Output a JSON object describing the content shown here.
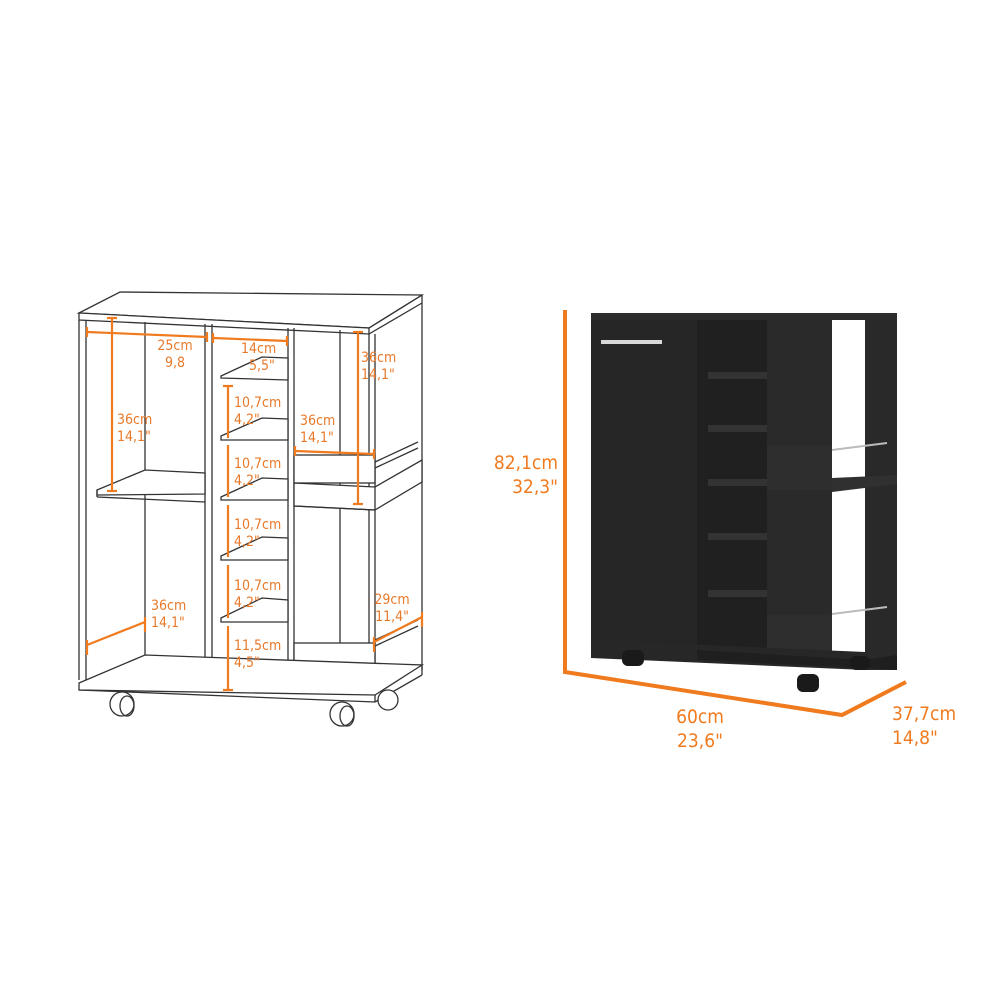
{
  "colors": {
    "dimension": "#f07a1e",
    "outline": "#333333",
    "cabinet_black": "#2b2b2b"
  },
  "diagram_left": {
    "title": "interior-dimensions-line-drawing",
    "labels": [
      {
        "id": "top-left-width",
        "cm": "25cm",
        "in": "9,8"
      },
      {
        "id": "top-mid-width",
        "cm": "14cm",
        "in": "5,5\""
      },
      {
        "id": "top-right-height",
        "cm": "36cm",
        "in": "14,1\""
      },
      {
        "id": "left-upper-height",
        "cm": "36cm",
        "in": "14,1\""
      },
      {
        "id": "right-mid-width",
        "cm": "36cm",
        "in": "14,1\""
      },
      {
        "id": "shelf-1",
        "cm": "10,7cm",
        "in": "4,2\""
      },
      {
        "id": "shelf-2",
        "cm": "10,7cm",
        "in": "4,2\""
      },
      {
        "id": "shelf-3",
        "cm": "10,7cm",
        "in": "4,2\""
      },
      {
        "id": "shelf-4",
        "cm": "10,7cm",
        "in": "4,2\""
      },
      {
        "id": "shelf-5",
        "cm": "11,5cm",
        "in": "4,5\""
      },
      {
        "id": "left-lower-depth",
        "cm": "36cm",
        "in": "14,1\""
      },
      {
        "id": "right-lower-depth",
        "cm": "29cm",
        "in": "11,4\""
      }
    ]
  },
  "diagram_right": {
    "title": "overall-dimensions-product-render",
    "height": {
      "cm": "82,1cm",
      "in": "32,3\""
    },
    "width": {
      "cm": "60cm",
      "in": "23,6\""
    },
    "depth": {
      "cm": "37,7cm",
      "in": "14,8\""
    }
  }
}
